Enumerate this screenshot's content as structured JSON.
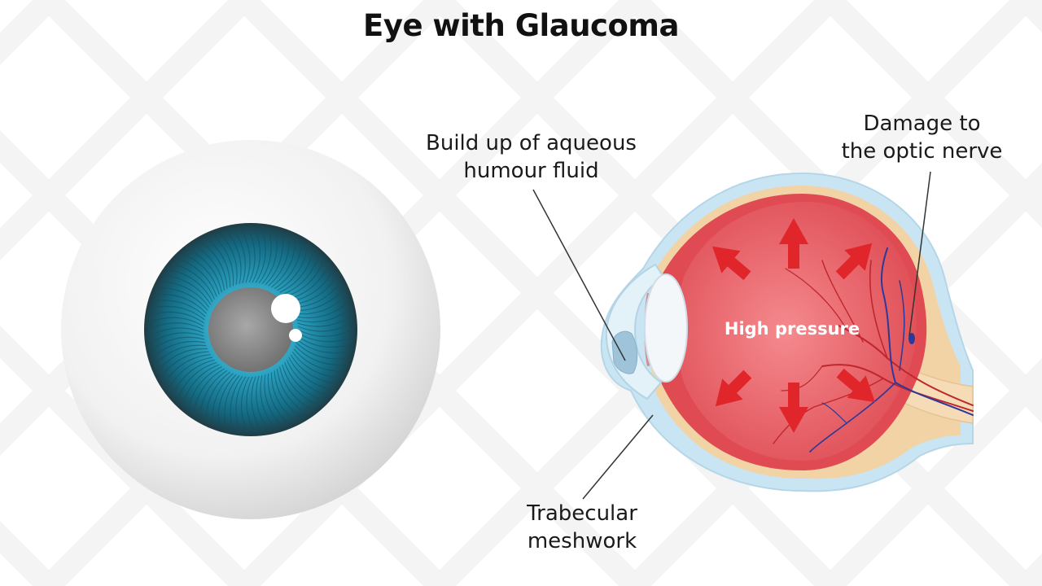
{
  "title": "Eye with Glaucoma",
  "labels": {
    "build_up": [
      "Build up of aqueous",
      "humour fluid"
    ],
    "damage": [
      "Damage to",
      "the optic nerve"
    ],
    "trabecular": [
      "Trabecular",
      "meshwork"
    ],
    "high_pressure": "High pressure"
  },
  "colors": {
    "iris": "#1e8fa8",
    "vitreous": "#e5555a",
    "pressure_arrow": "#e0262b",
    "sclera_outer": "#bfe0f0",
    "choroid": "#f3d4a8",
    "vein": "#2b3a9a"
  }
}
